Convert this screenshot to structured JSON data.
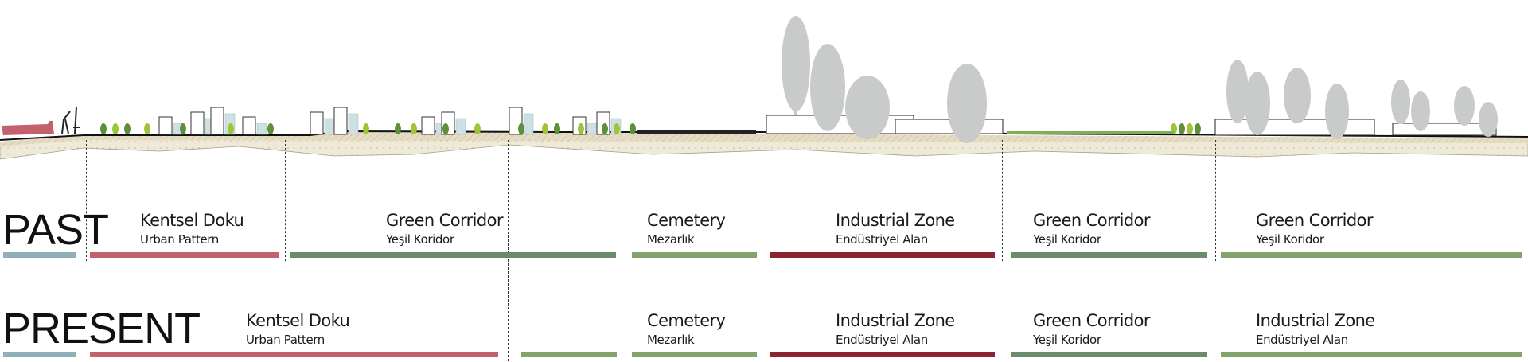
{
  "colors": {
    "waterfront": "#8fb0b9",
    "urban": "#c3616d",
    "green_dark": "#6b8c6b",
    "green_light": "#84a26c",
    "industrial": "#8c2430",
    "ground": "#ece5d2",
    "smoke": "#c9cbcb"
  },
  "past": {
    "title": "PAST",
    "zones": [
      {
        "name": "Kentsel Doku",
        "subtitle": "Urban Pattern"
      },
      {
        "name": "Green Corridor",
        "subtitle": "Yeşil Koridor"
      },
      {
        "name": "Cemetery",
        "subtitle": "Mezarlık"
      },
      {
        "name": "Industrial Zone",
        "subtitle": "Endüstriyel Alan"
      },
      {
        "name": "Green Corridor",
        "subtitle": "Yeşil Koridor"
      },
      {
        "name": "Green Corridor",
        "subtitle": "Yeşil Koridor"
      }
    ]
  },
  "present": {
    "title": "PRESENT",
    "zones": [
      {
        "name": "Kentsel Doku",
        "subtitle": "Urban Pattern"
      },
      {
        "name": "Cemetery",
        "subtitle": "Mezarlık"
      },
      {
        "name": "Industrial Zone",
        "subtitle": "Endüstriyel Alan"
      },
      {
        "name": "Green Corridor",
        "subtitle": "Yeşil Koridor"
      },
      {
        "name": "Industrial Zone",
        "subtitle": "Endüstriyel Alan"
      }
    ]
  }
}
